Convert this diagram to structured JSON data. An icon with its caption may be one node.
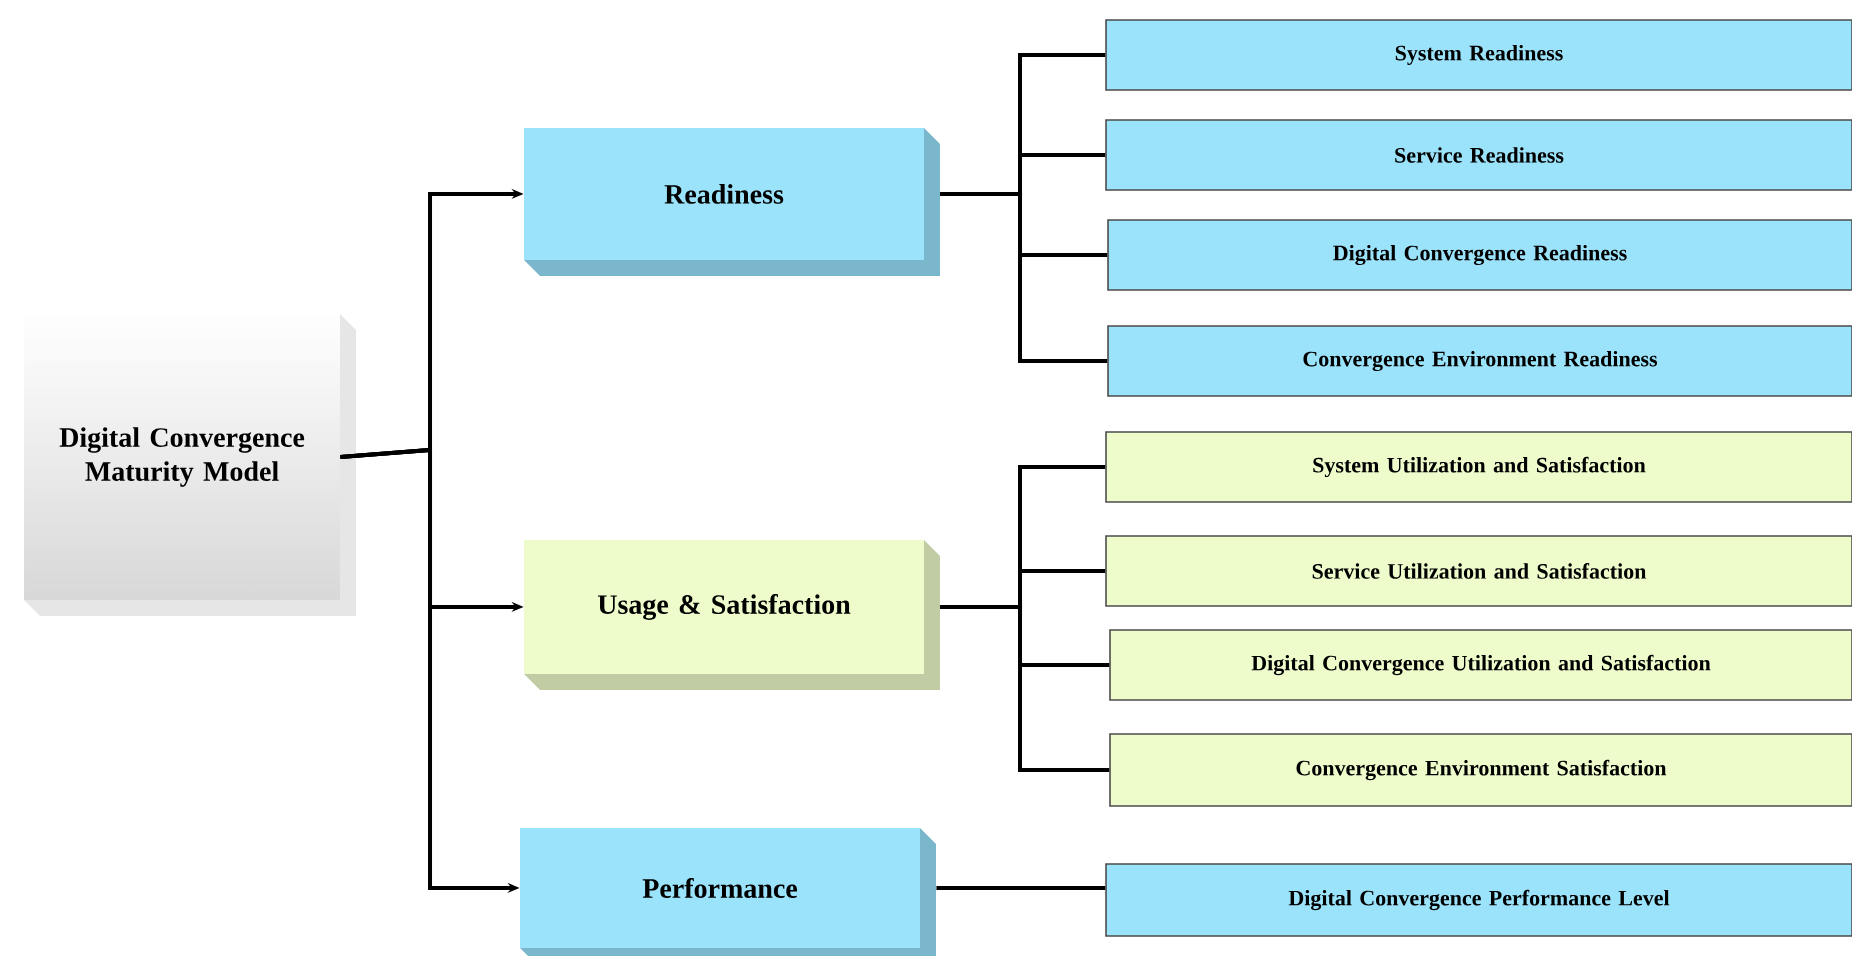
{
  "diagram": {
    "nodes": [
      {
        "text": [
          "Digital Convergence Maturity Model"
        ]
      },
      {
        "text": [
          "Readiness"
        ]
      },
      {
        "text": [
          "Usage & Satisfaction"
        ]
      },
      {
        "text": [
          "Performance"
        ]
      },
      {
        "text": [
          "System Readiness"
        ]
      },
      {
        "text": [
          "Service Readiness"
        ]
      },
      {
        "text": [
          "Digital Convergence Readiness"
        ]
      },
      {
        "text": [
          "Convergence Environment Readiness"
        ]
      },
      {
        "text": [
          "System Utilization  and Satisfaction"
        ]
      },
      {
        "text": [
          "Service Utilization  and Satisfaction"
        ]
      },
      {
        "text": [
          "Digital Convergence Utilization  and Satisfaction"
        ]
      },
      {
        "text": [
          "Convergence Environment Satisfaction"
        ]
      },
      {
        "text": [
          "Digital Convergence Performance Level"
        ]
      }
    ],
    "edges": [
      {
        "from": 0,
        "to": 1,
        "arrow": "to"
      },
      {
        "from": 0,
        "to": 2,
        "arrow": "to"
      },
      {
        "from": 0,
        "to": 3,
        "arrow": "to"
      },
      {
        "from": 1,
        "to": 4,
        "arrow": "none"
      },
      {
        "from": 1,
        "to": 5,
        "arrow": "none"
      },
      {
        "from": 1,
        "to": 6,
        "arrow": "none"
      },
      {
        "from": 1,
        "to": 7,
        "arrow": "none"
      },
      {
        "from": 2,
        "to": 8,
        "arrow": "none"
      },
      {
        "from": 2,
        "to": 9,
        "arrow": "none"
      },
      {
        "from": 2,
        "to": 10,
        "arrow": "none"
      },
      {
        "from": 2,
        "to": 11,
        "arrow": "none"
      },
      {
        "from": 3,
        "to": 12,
        "arrow": "none"
      }
    ]
  }
}
